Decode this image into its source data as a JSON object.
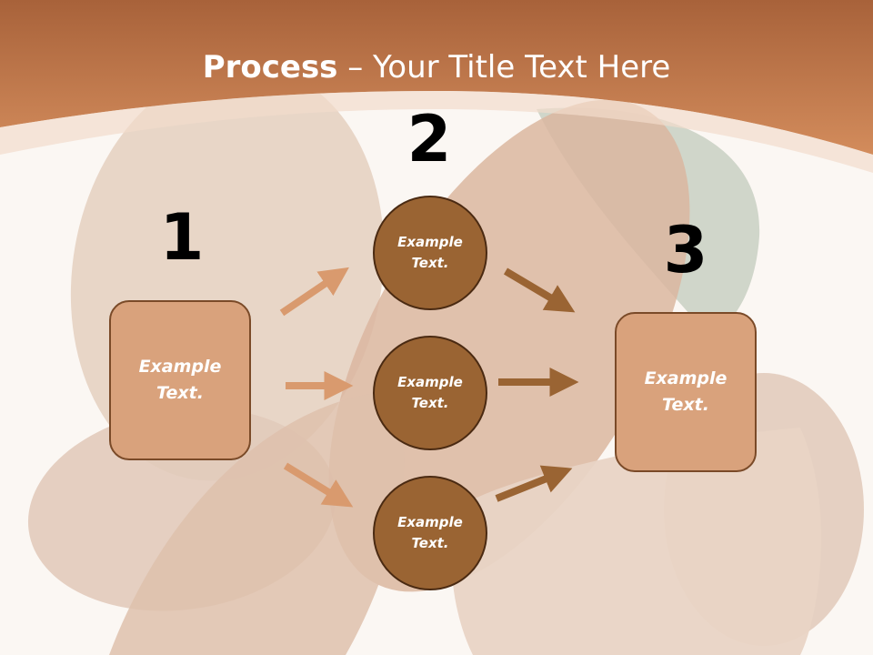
{
  "title": {
    "bold": "Process",
    "rest": " – Your Title Text Here"
  },
  "steps": {
    "one": "1",
    "two": "2",
    "three": "3"
  },
  "boxes": {
    "left": "Example Text.",
    "right": "Example Text."
  },
  "circles": {
    "top": "Example Text.",
    "middle": "Example Text.",
    "bottom": "Example Text."
  },
  "colors": {
    "band": "#c9804f",
    "box_fill": "#d9a27c",
    "circle_fill": "#9a6433",
    "arrow_light": "#d99a6e",
    "arrow_dark": "#9a6433"
  }
}
